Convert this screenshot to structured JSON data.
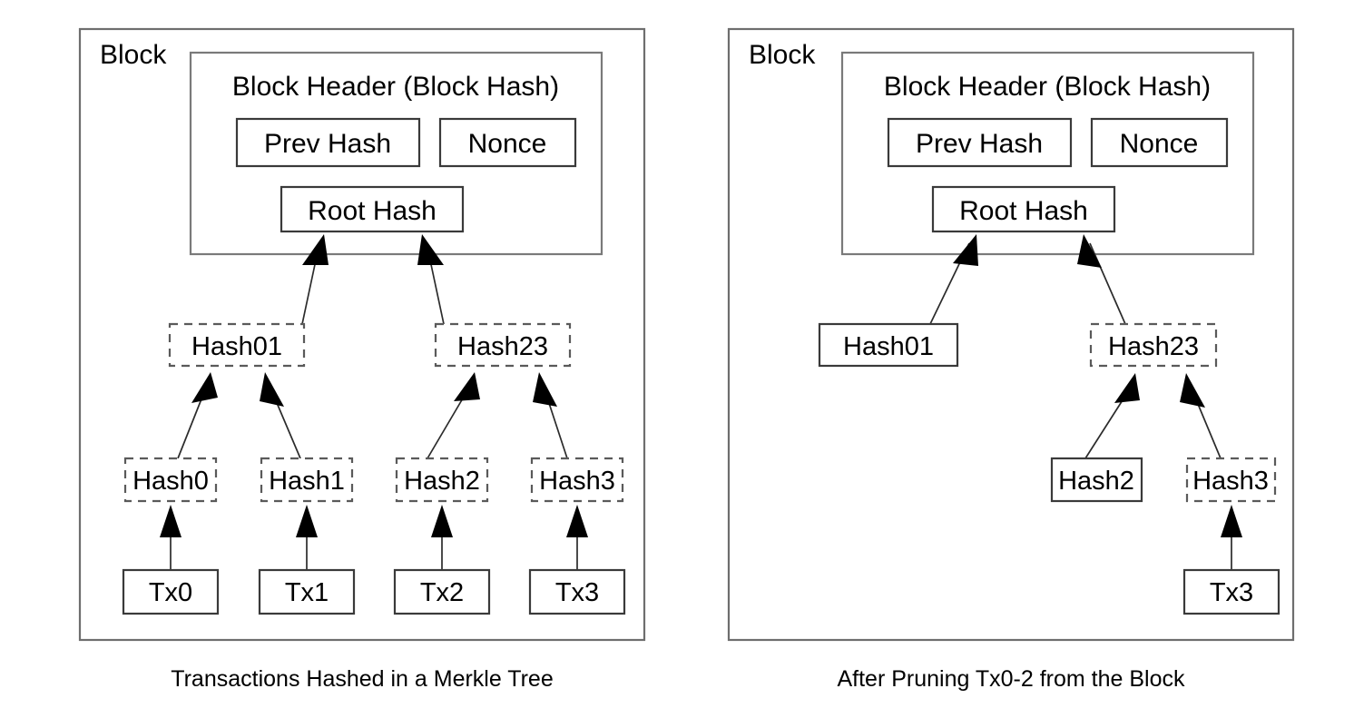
{
  "figure": {
    "title_hidden": "",
    "background": "#ffffff",
    "stroke_color": "#2b2b2b",
    "panel_border_color": "#6e6e6e",
    "solid_box_color": "#3a3a3a",
    "dashed_box_color": "#5a5a5a"
  },
  "panels": [
    {
      "id": "left",
      "block_label": "Block",
      "caption": "Transactions Hashed in a Merkle Tree",
      "header": {
        "title": "Block Header (Block Hash)",
        "fields": [
          {
            "label": "Prev Hash",
            "style": "solid"
          },
          {
            "label": "Nonce",
            "style": "solid"
          }
        ],
        "root": {
          "label": "Root Hash",
          "style": "solid"
        }
      },
      "inner_hashes": [
        {
          "label": "Hash01",
          "style": "dashed"
        },
        {
          "label": "Hash23",
          "style": "dashed"
        }
      ],
      "leaf_hashes": [
        {
          "label": "Hash0",
          "style": "dashed"
        },
        {
          "label": "Hash1",
          "style": "dashed"
        },
        {
          "label": "Hash2",
          "style": "dashed"
        },
        {
          "label": "Hash3",
          "style": "dashed"
        }
      ],
      "transactions": [
        {
          "label": "Tx0",
          "style": "solid"
        },
        {
          "label": "Tx1",
          "style": "solid"
        },
        {
          "label": "Tx2",
          "style": "solid"
        },
        {
          "label": "Tx3",
          "style": "solid"
        }
      ]
    },
    {
      "id": "right",
      "block_label": "Block",
      "caption": "After Pruning Tx0-2 from the Block",
      "header": {
        "title": "Block Header (Block Hash)",
        "fields": [
          {
            "label": "Prev Hash",
            "style": "solid"
          },
          {
            "label": "Nonce",
            "style": "solid"
          }
        ],
        "root": {
          "label": "Root Hash",
          "style": "solid"
        }
      },
      "inner_hashes": [
        {
          "label": "Hash01",
          "style": "solid"
        },
        {
          "label": "Hash23",
          "style": "dashed"
        }
      ],
      "leaf_hashes": [
        {
          "label": "Hash2",
          "style": "solid"
        },
        {
          "label": "Hash3",
          "style": "dashed"
        }
      ],
      "transactions": [
        {
          "label": "Tx3",
          "style": "solid"
        }
      ]
    }
  ]
}
